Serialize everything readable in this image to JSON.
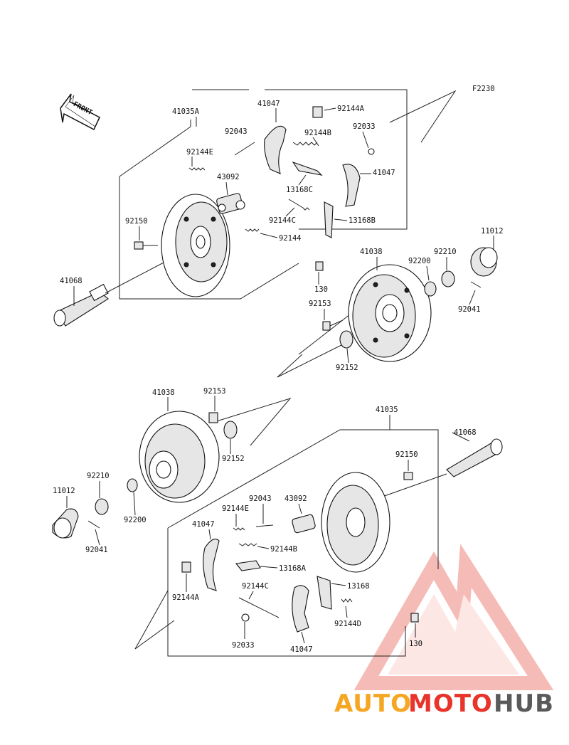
{
  "diagram": {
    "figure_code": "F2230",
    "front_label": "FRONT",
    "colors": {
      "ink": "#111111",
      "watermark_red": "#e8342b",
      "watermark_orange": "#f5a623",
      "watermark_gray": "#5a5a5a"
    },
    "upper_assembly": {
      "labels": [
        "41035A",
        "41047",
        "92144A",
        "92043",
        "92144B",
        "92033",
        "92144E",
        "43092",
        "13168C",
        "41047",
        "92150",
        "92144C",
        "13168B",
        "92144",
        "41068",
        "41038",
        "11012",
        "92200",
        "92210",
        "130",
        "92153",
        "92041",
        "92152"
      ]
    },
    "lower_assembly": {
      "labels": [
        "41038",
        "92153",
        "41035",
        "41068",
        "92152",
        "92150",
        "92210",
        "11012",
        "92200",
        "92043",
        "43092",
        "92144E",
        "41047",
        "92144B",
        "92041",
        "13168A",
        "92144A",
        "92144C",
        "13168",
        "92144D",
        "92033",
        "41047",
        "130"
      ]
    }
  },
  "watermark": {
    "part1": "AUTO",
    "part2": "MOTO",
    "part3": "HUB"
  }
}
